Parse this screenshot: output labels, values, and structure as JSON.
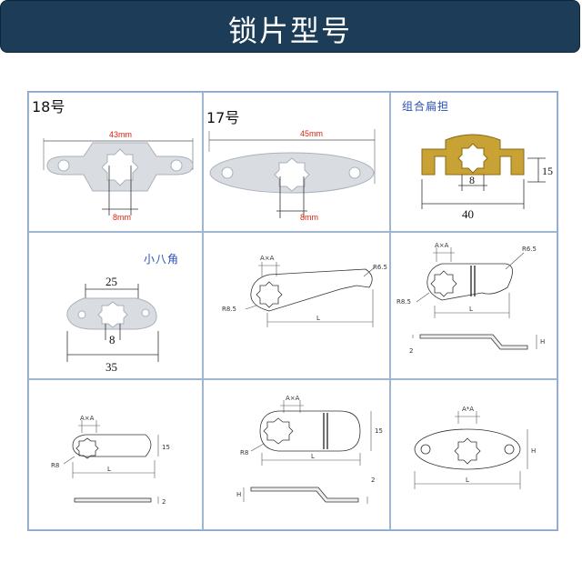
{
  "banner": {
    "title": "锁片型号"
  },
  "cells": {
    "c1": {
      "label": "18号",
      "width": "43mm",
      "hole": "8mm"
    },
    "c2": {
      "label": "17号",
      "width": "45mm",
      "hole": "8mm"
    },
    "c3": {
      "label": "组合扁担",
      "hole": "8",
      "height": "15",
      "width": "40"
    },
    "c4": {
      "label": "小八角",
      "top": "25",
      "hole": "8",
      "width": "35"
    },
    "c5": {
      "axa": "A×A",
      "r1": "R6.5",
      "r2": "R8.5",
      "len": "L"
    },
    "c6": {
      "axa": "A×A",
      "r1": "R6.5",
      "r2": "R8.5",
      "len": "L",
      "t": "2",
      "h": "H"
    },
    "c7": {
      "axa": "A×A",
      "r": "R8",
      "len": "L",
      "w": "15",
      "t": "2"
    },
    "c8": {
      "axa": "A×A",
      "r": "R8",
      "len": "L",
      "w": "15",
      "h": "H",
      "t": "2"
    },
    "c9": {
      "axa": "A*A",
      "len": "L",
      "w": "H"
    }
  },
  "colors": {
    "banner": "#1d3c57",
    "grid": "#9fb6d3",
    "metal": "#d9dde2",
    "brass": "#c9a235"
  }
}
